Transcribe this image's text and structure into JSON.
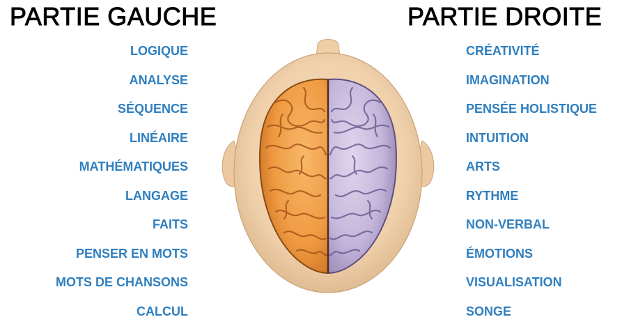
{
  "left": {
    "heading": "PARTIE GAUCHE",
    "items": [
      "LOGIQUE",
      "ANALYSE",
      "SÉQUENCE",
      "LINÉAIRE",
      "MATHÉMATIQUES",
      "LANGAGE",
      "FAITS",
      "PENSER EN MOTS",
      "MOTS DE CHANSONS",
      "CALCUL"
    ]
  },
  "right": {
    "heading": "PARTIE DROITE",
    "items": [
      "CRÉATIVITÉ",
      "IMAGINATION",
      "PENSÉE HOLISTIQUE",
      "INTUITION",
      "ARTS",
      "RYTHME",
      "NON-VERBAL",
      "ÉMOTIONS",
      "VISUALISATION",
      "SONGE"
    ]
  },
  "colors": {
    "label_text": "#2f7fbf",
    "heading_text": "#000000",
    "left_hemisphere": "#f5a04a",
    "right_hemisphere": "#c7b9dc",
    "skin": "#f0d2ae"
  }
}
